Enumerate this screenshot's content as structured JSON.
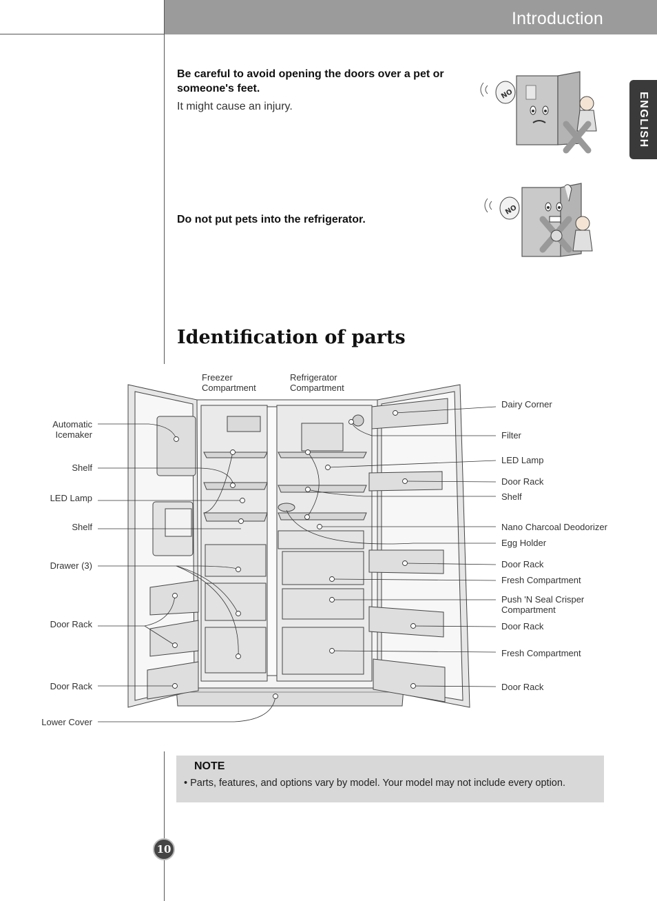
{
  "header": {
    "title": "Introduction"
  },
  "language_tab": {
    "label": "ENGLISH"
  },
  "warnings": [
    {
      "heading_line1": "Be careful to avoid opening the doors over a pet or",
      "heading_line2": "someone's feet.",
      "body": "It might cause an injury.",
      "illustration": "fridge-door-warning-illustration"
    },
    {
      "heading_line1": "Do not put pets into the refrigerator.",
      "illustration": "pet-in-fridge-warning-illustration"
    }
  ],
  "section": {
    "title": "Identification of parts"
  },
  "diagram": {
    "top_labels": [
      {
        "line1": "Freezer",
        "line2": "Compartment"
      },
      {
        "line1": "Refrigerator",
        "line2": "Compartment"
      }
    ],
    "left_labels": [
      {
        "line1": "Automatic",
        "line2": "Icemaker"
      },
      {
        "line1": "Shelf"
      },
      {
        "line1": "LED Lamp"
      },
      {
        "line1": "Shelf"
      },
      {
        "line1": "Drawer (3)"
      },
      {
        "line1": "Door Rack"
      },
      {
        "line1": "Door Rack"
      },
      {
        "line1": "Lower Cover"
      }
    ],
    "right_labels": [
      {
        "line1": "Dairy Corner"
      },
      {
        "line1": "Filter"
      },
      {
        "line1": "LED Lamp"
      },
      {
        "line1": "Door Rack"
      },
      {
        "line1": "Shelf"
      },
      {
        "line1": "Nano Charcoal Deodorizer"
      },
      {
        "line1": "Egg Holder"
      },
      {
        "line1": "Door Rack"
      },
      {
        "line1": "Fresh Compartment"
      },
      {
        "line1": "Push 'N Seal Crisper",
        "line2": "Compartment"
      },
      {
        "line1": "Door Rack"
      },
      {
        "line1": "Fresh Compartment"
      },
      {
        "line1": "Door Rack"
      }
    ]
  },
  "note": {
    "title": "NOTE",
    "text": "• Parts, features, and options vary by model. Your model may not include every option."
  },
  "page_number": "10"
}
